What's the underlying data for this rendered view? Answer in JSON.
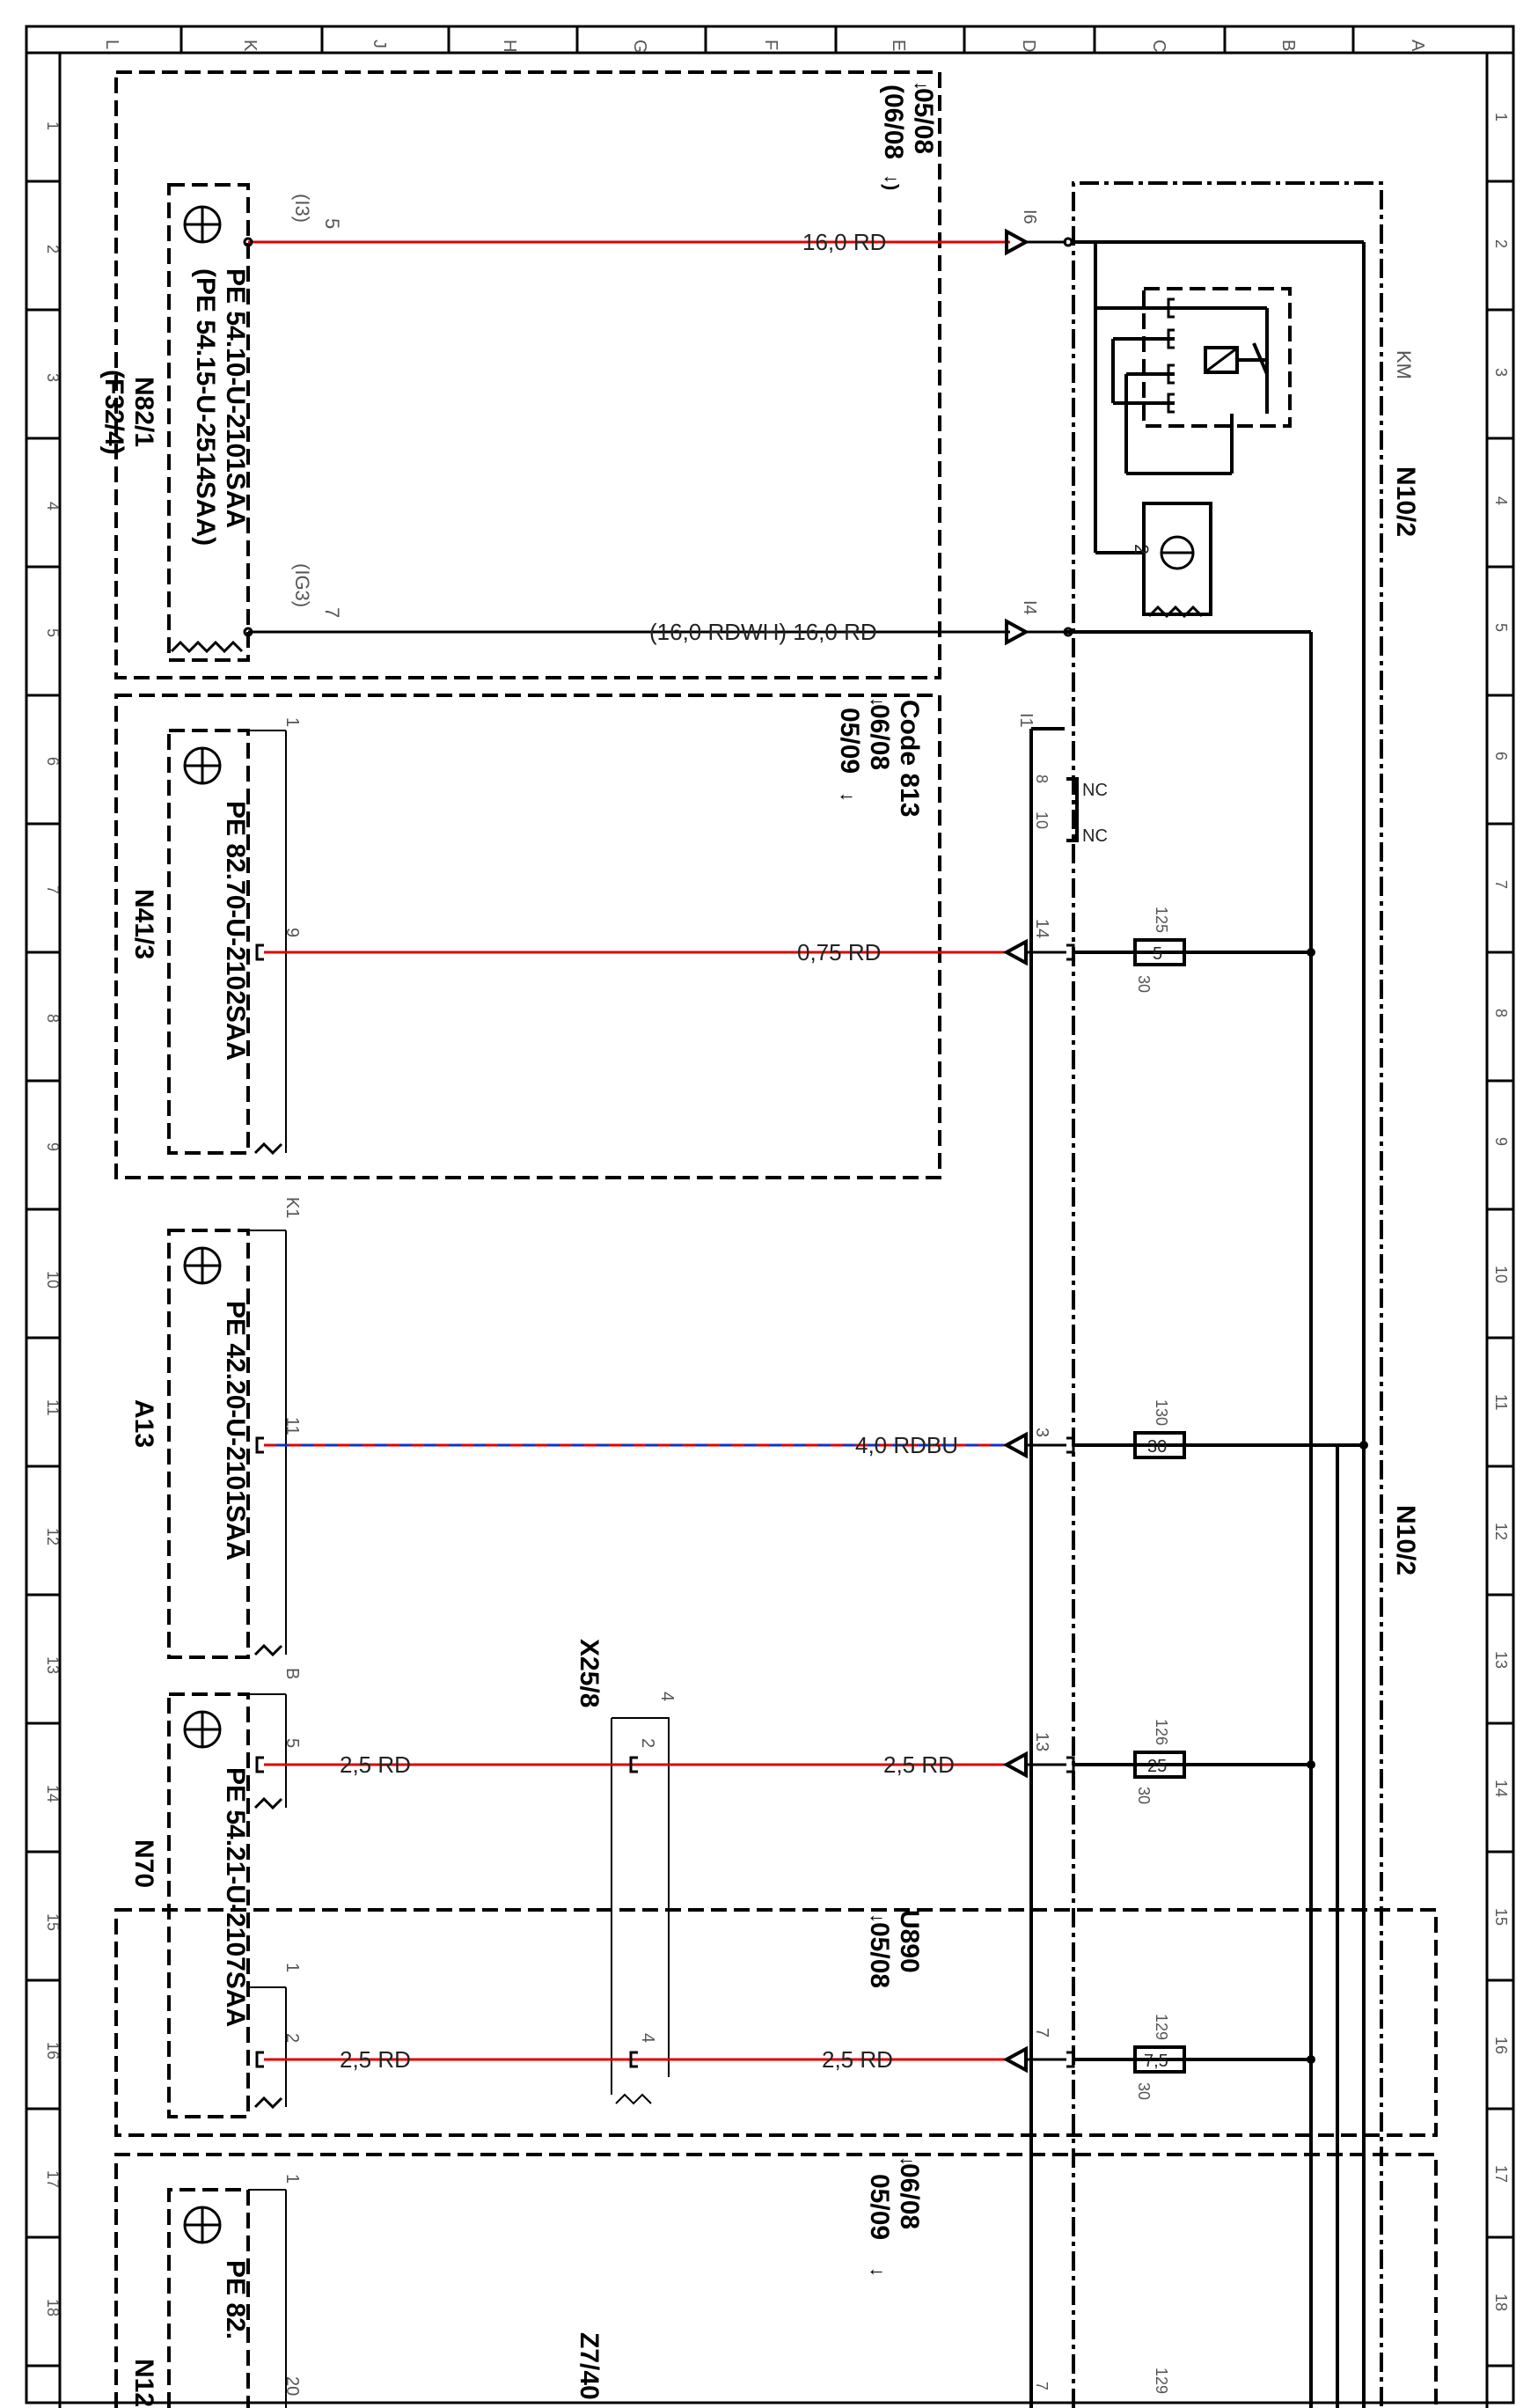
{
  "grid": {
    "letters": [
      "L",
      "K",
      "J",
      "H",
      "G",
      "F",
      "E",
      "D",
      "C",
      "B",
      "A"
    ],
    "numbers": [
      "1",
      "2",
      "3",
      "4",
      "5",
      "6",
      "7",
      "8",
      "9",
      "10",
      "11",
      "12",
      "13",
      "14",
      "15",
      "16",
      "17",
      "18"
    ]
  },
  "colors": {
    "red_wire": "#e00000",
    "blue_wire": "#1030d0",
    "line": "#000000"
  },
  "modules": {
    "n82": {
      "name": "N82/1",
      "ref": "(F32/4)",
      "pe1": "PE 54.10-U-2101SAA",
      "pe2": "(PE 54.15-U-2514SAA)",
      "date": "05/08",
      "date2": "(06/08",
      "pin_top": "5",
      "pin_top_alt": "(I3)",
      "pin_bottom": "7",
      "pin_bottom_alt": "(IG3)",
      "icon": "transistor-icon"
    },
    "n41": {
      "name": "N41/3",
      "pe": "PE 82.70-U-2102SAA",
      "code": "Code 813",
      "date1": "06/08",
      "date2": "05/09",
      "conn": "1",
      "pin": "9",
      "icon": "transistor-icon"
    },
    "a13": {
      "name": "A13",
      "pe": "PE 42.20-U-2101SAA",
      "conn": "K1",
      "pin": "11",
      "icon": "transistor-icon"
    },
    "n70": {
      "name": "N70",
      "pe": "PE 54.21-U-2107SAA",
      "conn_b": "B",
      "pin_b": "5",
      "conn_1": "1",
      "pin_1": "2",
      "code": "U890",
      "date": "05/08",
      "icon": "transistor-icon"
    },
    "n12": {
      "name": "N12",
      "pe": "PE 82.",
      "conn": "1",
      "pin": "20",
      "date1": "06/08",
      "date2": "05/09",
      "icon": "transistor-icon"
    }
  },
  "n10": {
    "name": "N10/2",
    "km_label": "KM",
    "nc1": "NC",
    "nc2": "NC",
    "pin8": "8",
    "pin10": "10",
    "relay_pin": "2"
  },
  "connectors": {
    "x25": "X25/8",
    "x25_pin_top": "4",
    "x25_pin1": "2",
    "x25_pin2": "4",
    "z7": "Z7/40"
  },
  "wires": [
    {
      "label": "16,0 RD",
      "term": "I6"
    },
    {
      "label": "(16,0 RDWH) 16,0 RD",
      "term": "I4"
    },
    {
      "label": "0,75 RD",
      "term": "14"
    },
    {
      "label": "4,0 RDBU",
      "term": "3"
    },
    {
      "label": "2,5 RD",
      "term": "13"
    },
    {
      "label": "2,5 RD",
      "term": "7"
    },
    {
      "label": "2,5 RD"
    },
    {
      "label": "2,5 RD"
    }
  ],
  "fuses": [
    {
      "num": "125",
      "val": "5",
      "sub": "30"
    },
    {
      "num": "130",
      "val": "30",
      "sub": ""
    },
    {
      "num": "126",
      "val": "25",
      "sub": "30"
    },
    {
      "num": "129",
      "val": "7,5",
      "sub": "30"
    },
    {
      "num": "129",
      "val": "",
      "sub": ""
    }
  ],
  "misc": {
    "i1": "I1",
    "pin7": "7"
  }
}
